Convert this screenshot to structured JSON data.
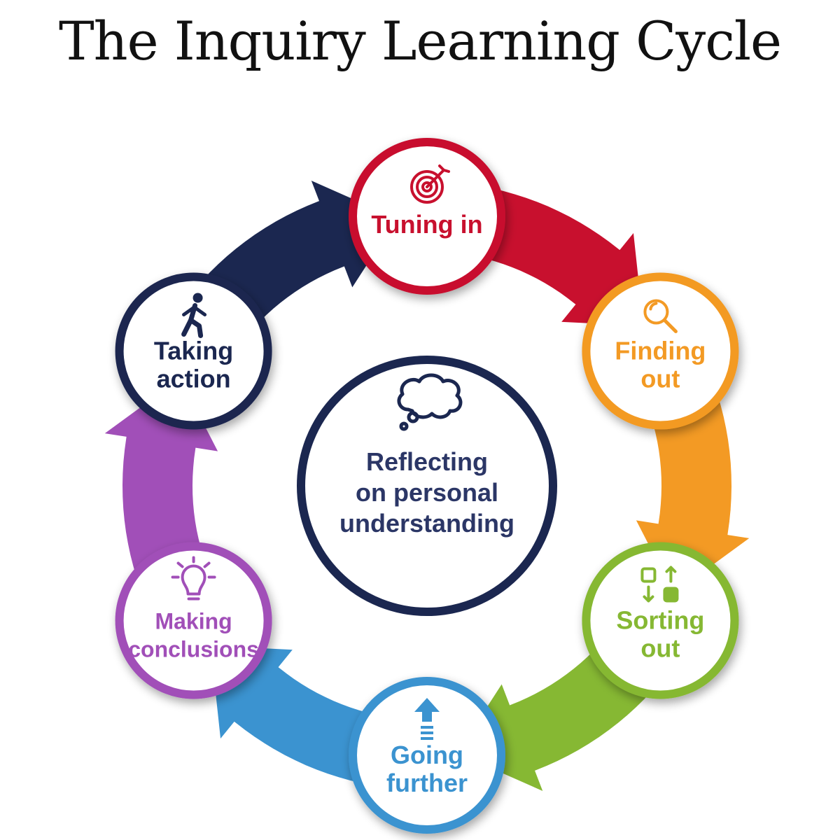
{
  "title": "The Inquiry Learning Cycle",
  "center": {
    "lines": [
      "Reflecting",
      "on personal",
      "understanding"
    ],
    "color": "#1b2750",
    "icon": "thought-bubble-icon"
  },
  "stages": [
    {
      "id": "tuning-in",
      "lines": [
        "Tuning in"
      ],
      "color": "#c8102e",
      "icon": "target-icon"
    },
    {
      "id": "finding-out",
      "lines": [
        "Finding",
        "out"
      ],
      "color": "#f39a24",
      "icon": "magnifier-icon"
    },
    {
      "id": "sorting-out",
      "lines": [
        "Sorting",
        "out"
      ],
      "color": "#86b833",
      "icon": "sort-icon"
    },
    {
      "id": "going-further",
      "lines": [
        "Going",
        "further"
      ],
      "color": "#3b93d0",
      "icon": "arrow-up-icon"
    },
    {
      "id": "making-conclusions",
      "lines": [
        "Making",
        "conclusions"
      ],
      "color": "#a14fb8",
      "icon": "lightbulb-icon"
    },
    {
      "id": "taking-action",
      "lines": [
        "Taking",
        "action"
      ],
      "color": "#1b2750",
      "icon": "walking-person-icon"
    }
  ]
}
